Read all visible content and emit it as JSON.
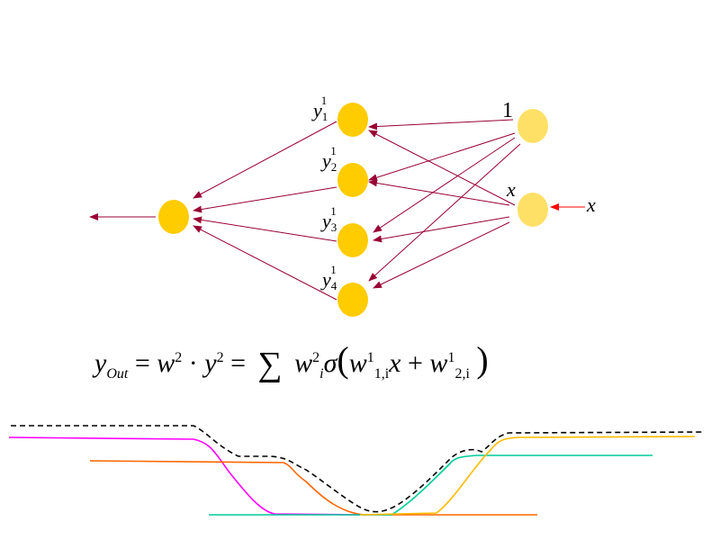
{
  "network": {
    "input_labels": {
      "bias": "1",
      "x_node": "x",
      "x_input": "x"
    },
    "hidden_labels": [
      {
        "base": "y",
        "sup": "1",
        "sub": "1"
      },
      {
        "base": "y",
        "sup": "1",
        "sub": "2"
      },
      {
        "base": "y",
        "sup": "1",
        "sub": "3"
      },
      {
        "base": "y",
        "sup": "1",
        "sub": "4"
      }
    ],
    "colors": {
      "node": "#FFCC00",
      "input_node": "#FFE066",
      "edge": "#990033",
      "input_arrow": "#FF0000"
    }
  },
  "formula": {
    "lhs": "y",
    "lhs_sub": "Out",
    "eq1": "=",
    "w2": "w",
    "w2_sup": "2",
    "dot": "·",
    "y2": "y",
    "y2_sup": "2",
    "eq2": "=",
    "sum": "∑",
    "wi": "w",
    "wi_sup": "2",
    "wi_sub": "i",
    "sigma": "σ",
    "lparen": "(",
    "w1": "w",
    "w1_sup": "1",
    "w1_sub": "1,i",
    "x": "x",
    "plus": "+",
    "w12": "w",
    "w12_sup": "1",
    "w12_sub": "2,i",
    "rparen": ")"
  },
  "curves": {
    "colors": {
      "magenta": "#FF00FF",
      "orange": "#FF6600",
      "cyan": "#00CC99",
      "yellow": "#FFBB00",
      "sum": "#000000"
    }
  }
}
